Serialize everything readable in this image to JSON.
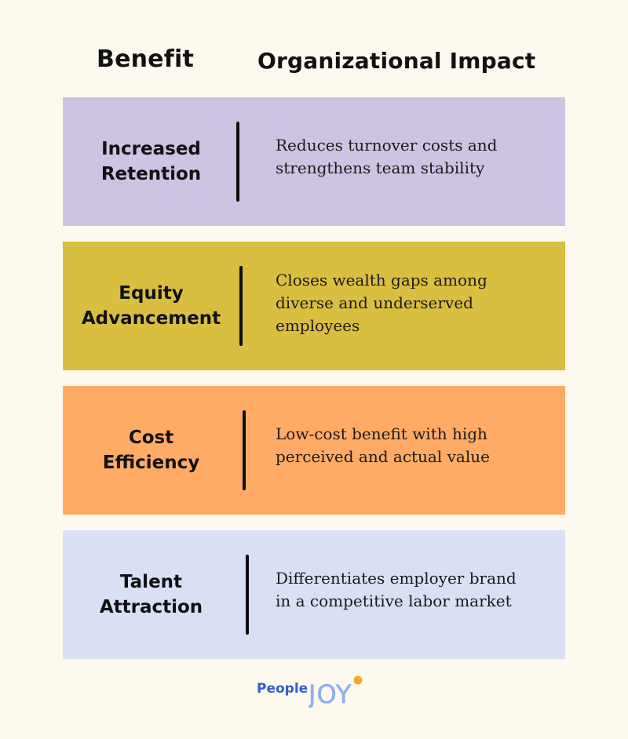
{
  "header": {
    "benefit_label": "Benefit",
    "impact_label": "Organizational Impact"
  },
  "rows": [
    {
      "benefit": "Increased Retention",
      "impact": "Reduces turnover costs and strengthens team stability",
      "color": "#cdc3e2"
    },
    {
      "benefit": "Equity Advancement",
      "impact": "Closes wealth gaps among diverse and underserved employees",
      "color": "#d9bf40"
    },
    {
      "benefit": "Cost Efficiency",
      "impact": "Low-cost benefit with high perceived and actual value",
      "color": "#ffab65"
    },
    {
      "benefit": "Talent Attraction",
      "impact": "Differentiates employer brand in a competitive labor market",
      "color": "#d9e0f3"
    }
  ],
  "logo": {
    "people": "People",
    "joy": "JOY",
    "people_color": "#2f5fd0",
    "joy_color": "#8fb0ee",
    "dot_color": "#f7a928"
  }
}
